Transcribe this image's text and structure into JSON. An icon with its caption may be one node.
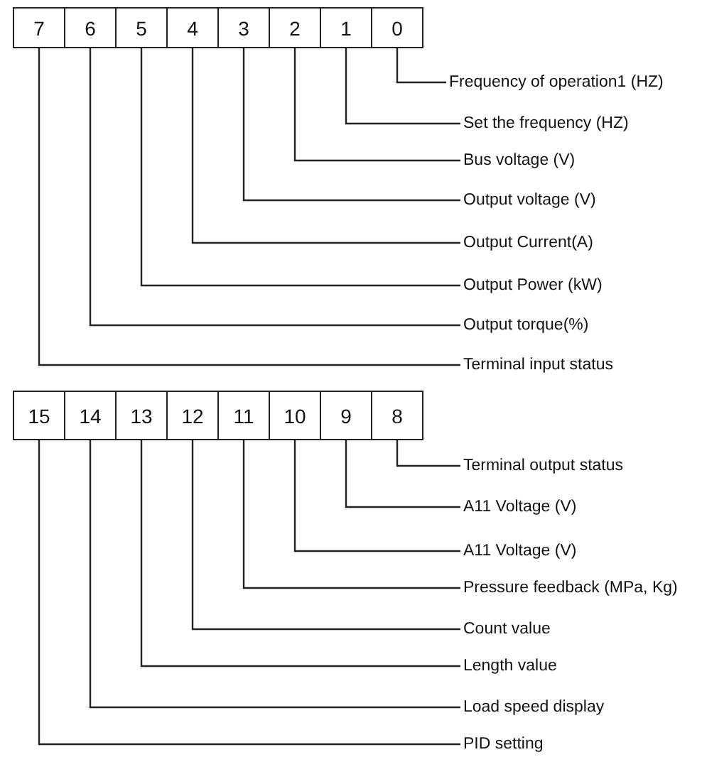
{
  "diagram": {
    "nodes": [
      {
        "text": [
          "7"
        ]
      },
      {
        "text": [
          "6"
        ]
      },
      {
        "text": [
          "5"
        ]
      },
      {
        "text": [
          "4"
        ]
      },
      {
        "text": [
          "3"
        ]
      },
      {
        "text": [
          "2"
        ]
      },
      {
        "text": [
          "1"
        ]
      },
      {
        "text": [
          "0"
        ]
      },
      {
        "text": [
          "Frequency of operation1 (HZ)"
        ]
      },
      {
        "text": [
          "Set the frequency (HZ)"
        ]
      },
      {
        "text": [
          "Bus voltage (V)"
        ]
      },
      {
        "text": [
          "Output voltage (V)"
        ]
      },
      {
        "text": [
          "Output Current(A)"
        ]
      },
      {
        "text": [
          "Output Power (kW)"
        ]
      },
      {
        "text": [
          "Output torque(%)"
        ]
      },
      {
        "text": [
          "Terminal input status"
        ]
      },
      {
        "text": [
          "15"
        ]
      },
      {
        "text": [
          "14"
        ]
      },
      {
        "text": [
          "13"
        ]
      },
      {
        "text": [
          "12"
        ]
      },
      {
        "text": [
          "11"
        ]
      },
      {
        "text": [
          "10"
        ]
      },
      {
        "text": [
          "9"
        ]
      },
      {
        "text": [
          "8"
        ]
      },
      {
        "text": [
          "Terminal output status"
        ]
      },
      {
        "text": [
          "A11 Voltage (V)"
        ]
      },
      {
        "text": [
          "A11 Voltage (V)"
        ]
      },
      {
        "text": [
          "Pressure feedback (MPa, Kg)"
        ]
      },
      {
        "text": [
          "Count value"
        ]
      },
      {
        "text": [
          "Length value"
        ]
      },
      {
        "text": [
          "Load speed display"
        ]
      },
      {
        "text": [
          "PID setting"
        ]
      }
    ],
    "edges": [
      {
        "from": 7,
        "to": 8,
        "arrow": "none"
      },
      {
        "from": 6,
        "to": 9,
        "arrow": "none"
      },
      {
        "from": 5,
        "to": 10,
        "arrow": "none"
      },
      {
        "from": 4,
        "to": 11,
        "arrow": "none"
      },
      {
        "from": 3,
        "to": 12,
        "arrow": "none"
      },
      {
        "from": 2,
        "to": 13,
        "arrow": "none"
      },
      {
        "from": 1,
        "to": 14,
        "arrow": "none"
      },
      {
        "from": 0,
        "to": 15,
        "arrow": "none"
      },
      {
        "from": 23,
        "to": 24,
        "arrow": "none"
      },
      {
        "from": 22,
        "to": 25,
        "arrow": "none"
      },
      {
        "from": 21,
        "to": 26,
        "arrow": "none"
      },
      {
        "from": 20,
        "to": 27,
        "arrow": "none"
      },
      {
        "from": 19,
        "to": 28,
        "arrow": "none"
      },
      {
        "from": 18,
        "to": 29,
        "arrow": "none"
      },
      {
        "from": 17,
        "to": 30,
        "arrow": "none"
      },
      {
        "from": 16,
        "to": 31,
        "arrow": "none"
      }
    ]
  }
}
